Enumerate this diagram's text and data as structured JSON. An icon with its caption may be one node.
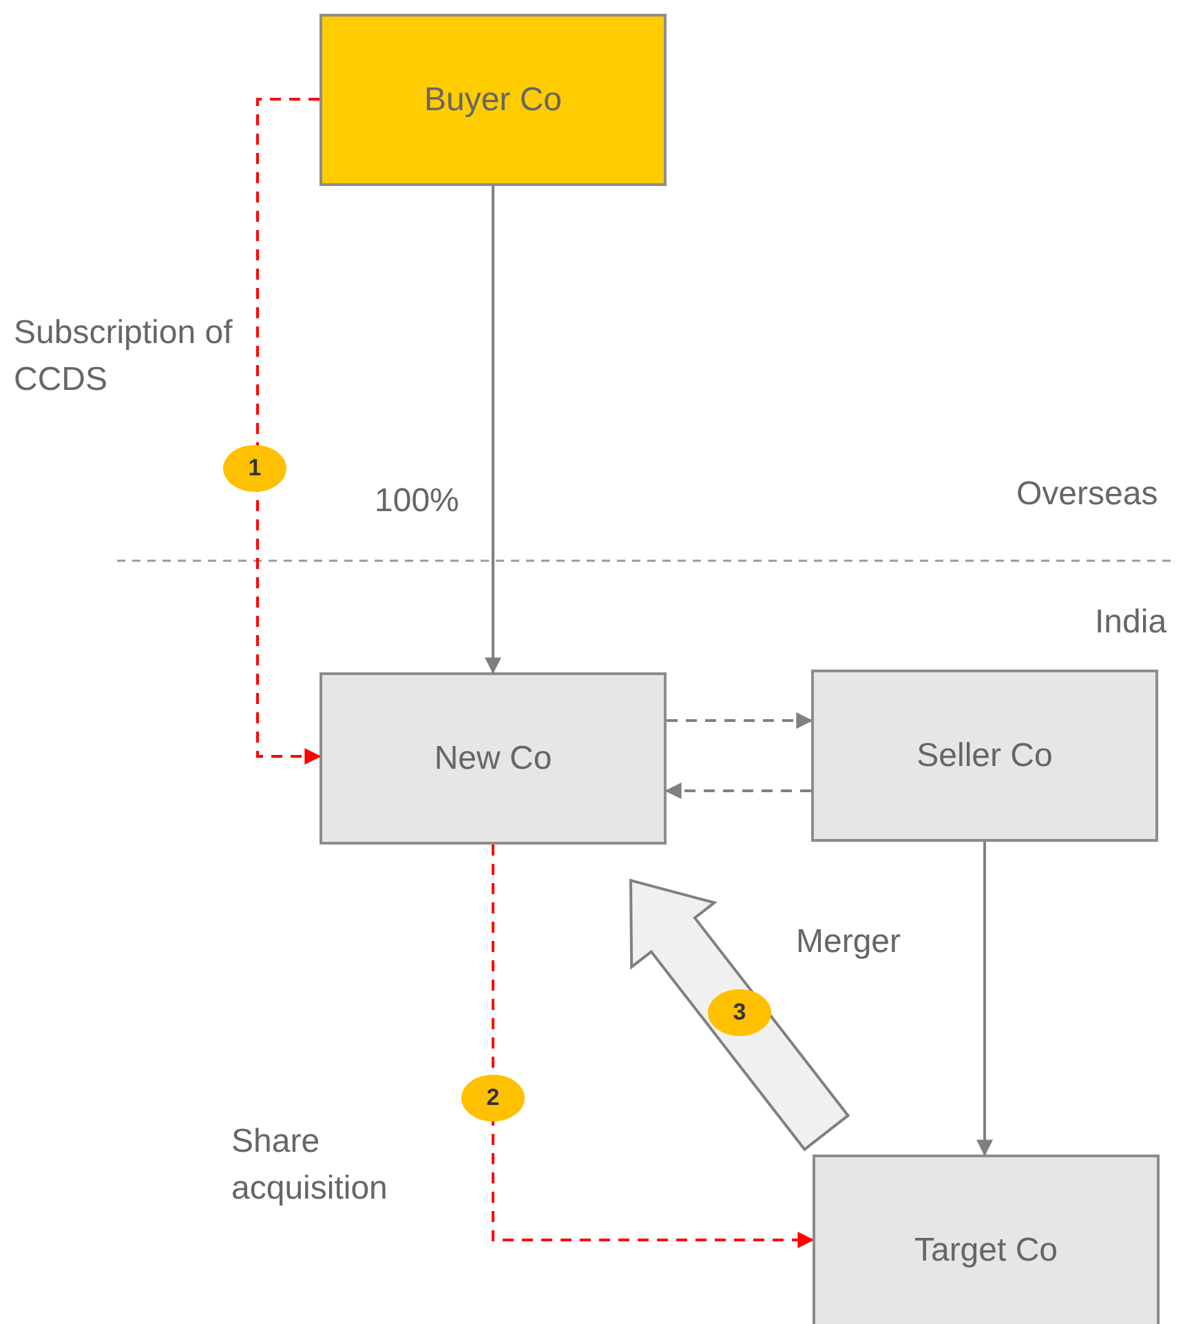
{
  "diagram": {
    "nodes": [
      {
        "text": [
          "Buyer Co"
        ]
      },
      {
        "text": [
          "New Co"
        ]
      },
      {
        "text": [
          "Seller Co"
        ]
      },
      {
        "text": [
          "Target Co"
        ]
      }
    ],
    "edges": [
      {
        "from": 0,
        "to": 1,
        "arrow": "to",
        "style": "dashed",
        "color": "#ff0000",
        "label": "1"
      },
      {
        "from": 0,
        "to": 1,
        "arrow": "to",
        "label": "100%"
      },
      {
        "from": 1,
        "to": 2,
        "arrow": "to",
        "style": "dashed"
      },
      {
        "from": 2,
        "to": 1,
        "arrow": "to",
        "style": "dashed"
      },
      {
        "from": 1,
        "to": 3,
        "arrow": "to",
        "style": "dashed",
        "color": "#ff0000",
        "label": "2"
      },
      {
        "from": 2,
        "to": 3,
        "arrow": "to"
      },
      {
        "from": 3,
        "to": 1,
        "arrow": "to",
        "style": "thick",
        "label": "3"
      }
    ],
    "labels": [
      "Subscription of CCDS",
      "Overseas",
      "India",
      "Merger",
      "Share acquisition"
    ]
  }
}
